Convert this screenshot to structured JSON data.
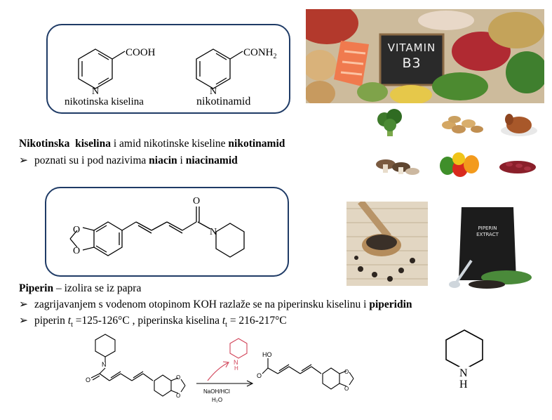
{
  "box1": {
    "label_acid": "nikotinska kiselina",
    "label_amide": "nikotinamid",
    "group_acid": "COOH",
    "group_amide": "CONH",
    "group_amide_sub": "2",
    "atom_n": "N"
  },
  "vitamin_photo": {
    "sign_line1": "VITAMIN",
    "sign_line2": "B3"
  },
  "text1": {
    "t1": "Nikotinska",
    "t2": "kiselina",
    "t3": " i amid nikotinske kiseline ",
    "t4": "nikotinamid",
    "b1_pre": "poznati su i pod nazivima ",
    "b1_niacin": "niacin",
    "b1_mid": " i ",
    "b1_niacinamid": "niacinamid"
  },
  "box2": {
    "atom_o": "O",
    "atom_n": "N"
  },
  "text2": {
    "piperin": "Piperin",
    "rest": " – izolira se iz papra",
    "b1_pre": "zagrijavanjem s vodenom otopinom KOH razlaže se na piperinsku kiselinu i ",
    "b1_bold": "piperidin",
    "b2_pre": "piperin ",
    "b2_t": "t",
    "b2_sub": "t",
    "b2_mid": " =125-126°C , piperinska kiselina ",
    "b2_t2": "t",
    "b2_sub2": "t",
    "b2_end": " = 216-217°C"
  },
  "reaction": {
    "reagent1": "NaOH/HCl",
    "reagent2": "H₂O",
    "atom_n": "N",
    "atom_nh": "NH",
    "atom_h": "H",
    "atom_o": "O",
    "ho": "HO"
  },
  "piperidine": {
    "n": "N",
    "h": "H"
  },
  "package": {
    "line1": "PIPERIN",
    "line2": "EXTRACT"
  },
  "colors": {
    "box_border": "#1f3b66",
    "red_ring": "#d2455a"
  }
}
